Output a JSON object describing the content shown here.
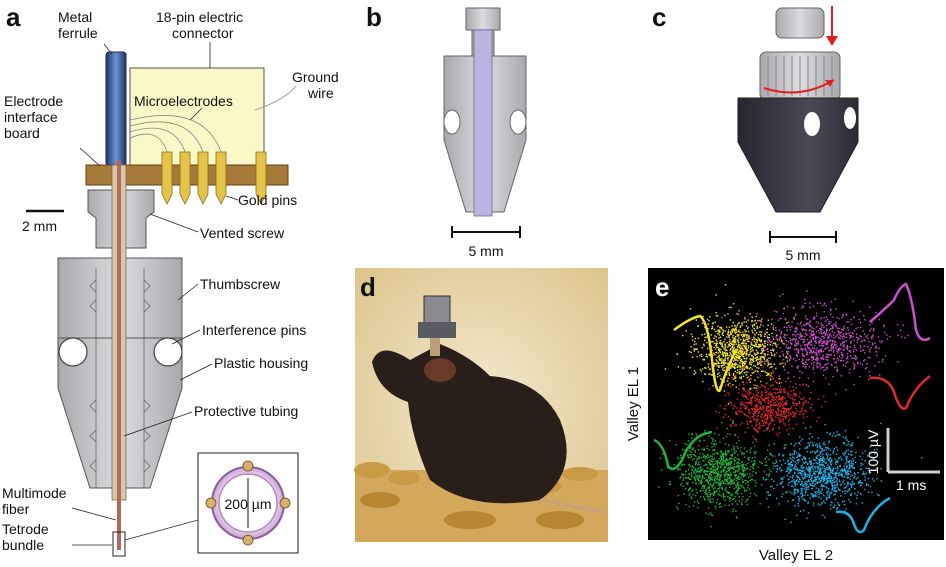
{
  "panels": {
    "a": {
      "letter": "a",
      "labels": {
        "metal_ferrule": [
          "Metal",
          "ferrule"
        ],
        "connector": [
          "18-pin electric",
          "connector"
        ],
        "ground_wire": [
          "Ground",
          "wire"
        ],
        "electrode_board": [
          "Electrode",
          "interface",
          "board"
        ],
        "microelectrodes": "Microelectrodes",
        "scale": "2 mm",
        "gold_pins": "Gold pins",
        "vented_screw": "Vented screw",
        "thumbscrew": "Thumbscrew",
        "interference_pins": "Interference pins",
        "plastic_housing": "Plastic housing",
        "protective_tubing": "Protective tubing",
        "multimode_fiber": [
          "Multimode",
          "fiber"
        ],
        "tetrode_bundle": [
          "Tetrode",
          "bundle"
        ],
        "inset_diameter": "200 µm"
      }
    },
    "b": {
      "letter": "b",
      "scale": "5 mm"
    },
    "c": {
      "letter": "c",
      "scale": "5 mm"
    },
    "d": {
      "letter": "d"
    },
    "e": {
      "letter": "e",
      "xlabel": "Valley EL 2",
      "ylabel": "Valley EL 1",
      "scale_voltage": "100 µV",
      "scale_time": "1 ms"
    }
  },
  "colors": {
    "brass": "#a87a3a",
    "gold": "#e6c34a",
    "ferrule_blue": "#2c4f8a",
    "connector_bg": "#fbf8c8",
    "housing_gray": "#c9c9cc",
    "dark_housing": "#3a3a44",
    "photo_bg": "#efe3bf",
    "scatter_bg": "#000000",
    "clusters": {
      "yellow": "#f1e62b",
      "magenta": "#cf4fcf",
      "red": "#e12a2a",
      "green": "#23b33a",
      "cyan": "#1fb2e6"
    }
  },
  "chart_data": {
    "type": "scatter",
    "xlabel": "Valley EL 2",
    "ylabel": "Valley EL 1",
    "series": [
      {
        "color": "#f1e62b",
        "center": [
          0.3,
          0.3
        ],
        "spread": [
          0.07,
          0.06
        ],
        "n": 900
      },
      {
        "color": "#cf4fcf",
        "center": [
          0.58,
          0.27
        ],
        "spread": [
          0.1,
          0.06
        ],
        "n": 800
      },
      {
        "color": "#e12a2a",
        "center": [
          0.4,
          0.51
        ],
        "spread": [
          0.07,
          0.05
        ],
        "n": 600
      },
      {
        "color": "#23b33a",
        "center": [
          0.24,
          0.75
        ],
        "spread": [
          0.07,
          0.06
        ],
        "n": 900
      },
      {
        "color": "#1fb2e6",
        "center": [
          0.58,
          0.75
        ],
        "spread": [
          0.08,
          0.06
        ],
        "n": 1000
      }
    ]
  }
}
